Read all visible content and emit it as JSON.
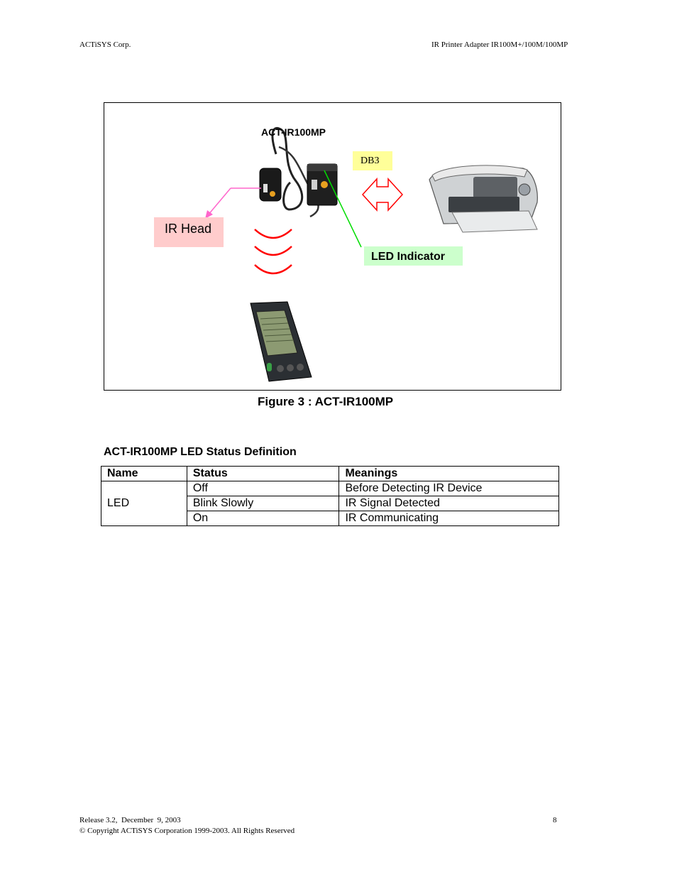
{
  "header": {
    "left": "ACTiSYS Corp.",
    "right": "IR Printer Adapter IR100M+/100M/100MP"
  },
  "figure": {
    "device_label": "ACT-IR100MP",
    "db3_label": "DB3",
    "ir_head_label": "IR Head",
    "led_indicator_label": "LED Indicator",
    "caption": "Figure 3 : ACT-IR100MP",
    "colors": {
      "ir_head_bg": "#ffcccc",
      "db3_bg": "#ffff99",
      "led_bg": "#ccffcc",
      "arrow_red": "#ff0000",
      "pointer_pink": "#ff66cc",
      "pointer_green": "#00dd00"
    }
  },
  "section_title": "ACT-IR100MP LED Status Definition",
  "table": {
    "headers": [
      "Name",
      "Status",
      "Meanings"
    ],
    "name": "LED",
    "rows": [
      {
        "status": "Off",
        "meaning": "Before Detecting IR Device"
      },
      {
        "status": "Blink Slowly",
        "meaning": "IR Signal Detected"
      },
      {
        "status": "On",
        "meaning": "IR Communicating"
      }
    ]
  },
  "footer": {
    "release": "Release 3.2,  December  9, 2003",
    "copyright": "© Copyright ACTiSYS Corporation 1999-2003. All Rights Reserved",
    "page_number": "8"
  }
}
